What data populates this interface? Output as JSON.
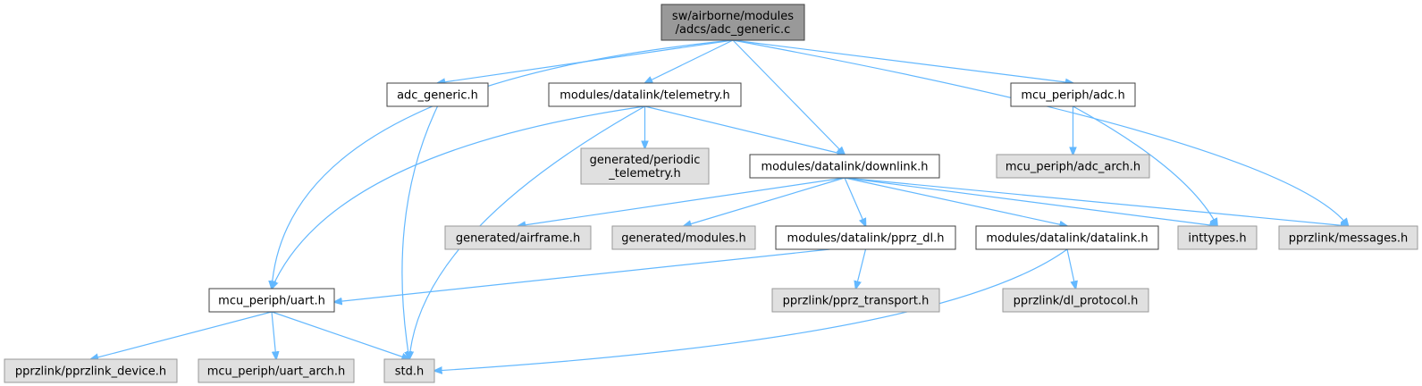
{
  "colors": {
    "edge": "#63b8ff",
    "root_fill": "#999999",
    "local_fill": "#ffffff",
    "local_stroke": "#404040",
    "system_fill": "#e0e0e0",
    "system_stroke": "#999999"
  },
  "nodes": {
    "root": {
      "lines": [
        "sw/airborne/modules",
        "/adcs/adc_generic.c"
      ],
      "kind": "root"
    },
    "adc_generic_h": {
      "lines": [
        "adc_generic.h"
      ],
      "kind": "local"
    },
    "telemetry_h": {
      "lines": [
        "modules/datalink/telemetry.h"
      ],
      "kind": "local"
    },
    "mcu_adc_h": {
      "lines": [
        "mcu_periph/adc.h"
      ],
      "kind": "local"
    },
    "periodic_telemetry_h": {
      "lines": [
        "generated/periodic",
        "_telemetry.h"
      ],
      "kind": "system"
    },
    "downlink_h": {
      "lines": [
        "modules/datalink/downlink.h"
      ],
      "kind": "local"
    },
    "adc_arch_h": {
      "lines": [
        "mcu_periph/adc_arch.h"
      ],
      "kind": "system"
    },
    "airframe_h": {
      "lines": [
        "generated/airframe.h"
      ],
      "kind": "system"
    },
    "modules_h": {
      "lines": [
        "generated/modules.h"
      ],
      "kind": "system"
    },
    "pprz_dl_h": {
      "lines": [
        "modules/datalink/pprz_dl.h"
      ],
      "kind": "local"
    },
    "datalink_h": {
      "lines": [
        "modules/datalink/datalink.h"
      ],
      "kind": "local"
    },
    "inttypes_h": {
      "lines": [
        "inttypes.h"
      ],
      "kind": "system"
    },
    "messages_h": {
      "lines": [
        "pprzlink/messages.h"
      ],
      "kind": "system"
    },
    "uart_h": {
      "lines": [
        "mcu_periph/uart.h"
      ],
      "kind": "local"
    },
    "pprz_transport_h": {
      "lines": [
        "pprzlink/pprz_transport.h"
      ],
      "kind": "system"
    },
    "dl_protocol_h": {
      "lines": [
        "pprzlink/dl_protocol.h"
      ],
      "kind": "system"
    },
    "pprzlink_device_h": {
      "lines": [
        "pprzlink/pprzlink_device.h"
      ],
      "kind": "system"
    },
    "uart_arch_h": {
      "lines": [
        "mcu_periph/uart_arch.h"
      ],
      "kind": "system"
    },
    "std_h": {
      "lines": [
        "std.h"
      ],
      "kind": "system"
    }
  },
  "edges": [
    [
      "root",
      "uart_h"
    ],
    [
      "root",
      "adc_generic_h"
    ],
    [
      "root",
      "telemetry_h"
    ],
    [
      "root",
      "downlink_h"
    ],
    [
      "root",
      "mcu_adc_h"
    ],
    [
      "root",
      "messages_h"
    ],
    [
      "adc_generic_h",
      "std_h"
    ],
    [
      "telemetry_h",
      "uart_h"
    ],
    [
      "telemetry_h",
      "std_h"
    ],
    [
      "telemetry_h",
      "periodic_telemetry_h"
    ],
    [
      "telemetry_h",
      "downlink_h"
    ],
    [
      "mcu_adc_h",
      "adc_arch_h"
    ],
    [
      "mcu_adc_h",
      "inttypes_h"
    ],
    [
      "downlink_h",
      "airframe_h"
    ],
    [
      "downlink_h",
      "modules_h"
    ],
    [
      "downlink_h",
      "pprz_dl_h"
    ],
    [
      "downlink_h",
      "datalink_h"
    ],
    [
      "downlink_h",
      "inttypes_h"
    ],
    [
      "downlink_h",
      "messages_h"
    ],
    [
      "pprz_dl_h",
      "uart_h"
    ],
    [
      "pprz_dl_h",
      "pprz_transport_h"
    ],
    [
      "datalink_h",
      "std_h"
    ],
    [
      "datalink_h",
      "dl_protocol_h"
    ],
    [
      "uart_h",
      "pprzlink_device_h"
    ],
    [
      "uart_h",
      "uart_arch_h"
    ],
    [
      "uart_h",
      "std_h"
    ]
  ]
}
